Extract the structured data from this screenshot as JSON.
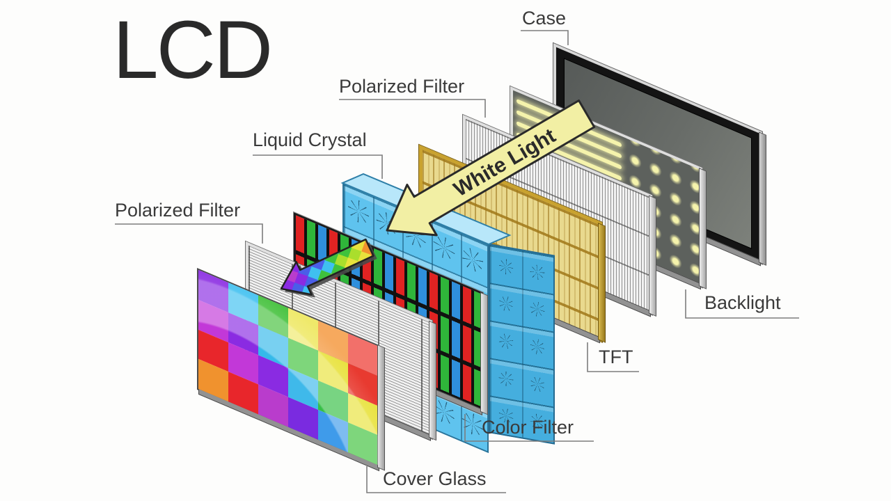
{
  "title": "LCD",
  "labels": {
    "case": "Case",
    "polarized_filter_back": "Polarized Filter",
    "liquid_crystal": "Liquid Crystal",
    "polarized_filter_front": "Polarized Filter",
    "backlight": "Backlight",
    "tft": "TFT",
    "color_filter": "Color Filter",
    "cover_glass": "Cover Glass",
    "white_light": "White Light"
  },
  "layers_front_to_back": [
    "Cover Glass",
    "Polarized Filter",
    "Color Filter",
    "Liquid Crystal",
    "TFT",
    "Polarized Filter",
    "Backlight",
    "Case"
  ],
  "colors": {
    "arrow_fill": "#f2efa4",
    "arrow_outline": "#2a2a2a",
    "label_text": "#3a3a3a",
    "leader_line": "#7d7d7d",
    "backlight_glow": "#f5f3ac",
    "tft_gold": "#c9a22f",
    "liquid_crystal_blue": "#5fc3ee",
    "rgb_stripes": [
      "#e02322",
      "#2fb53a",
      "#2f8fdc"
    ]
  },
  "backlight": {
    "bar_count": 4
  },
  "cover_glass_mosaic": [
    [
      "#8a2be2",
      "#3fc0f0",
      "#44c13c",
      "#efe96a",
      "#f6a95e",
      "#f2706a"
    ],
    [
      "#c238d8",
      "#8a2be2",
      "#35b9ea",
      "#3fc23a",
      "#e8e23c",
      "#e83a30"
    ],
    [
      "#e8262b",
      "#c238d8",
      "#8a2be2",
      "#3fb9ea",
      "#35bf45",
      "#e8e23c"
    ],
    [
      "#f0922e",
      "#e8262b",
      "#b93ccc",
      "#7a2be0",
      "#3f9bea",
      "#3fc23c"
    ]
  ],
  "rainbow_arrow_palette_row1": [
    "#b93ccc",
    "#8a2be2",
    "#4a5ee8",
    "#3fc0f0",
    "#3fc23c",
    "#aade2c",
    "#e8e23c",
    "#f0922e"
  ],
  "rainbow_arrow_palette_row2": [
    "#8a2be2",
    "#4a5ee8",
    "#3fc0f0",
    "#3fc23c",
    "#aade2c",
    "#e8e23c",
    "#f0922e",
    "#e8262b"
  ]
}
